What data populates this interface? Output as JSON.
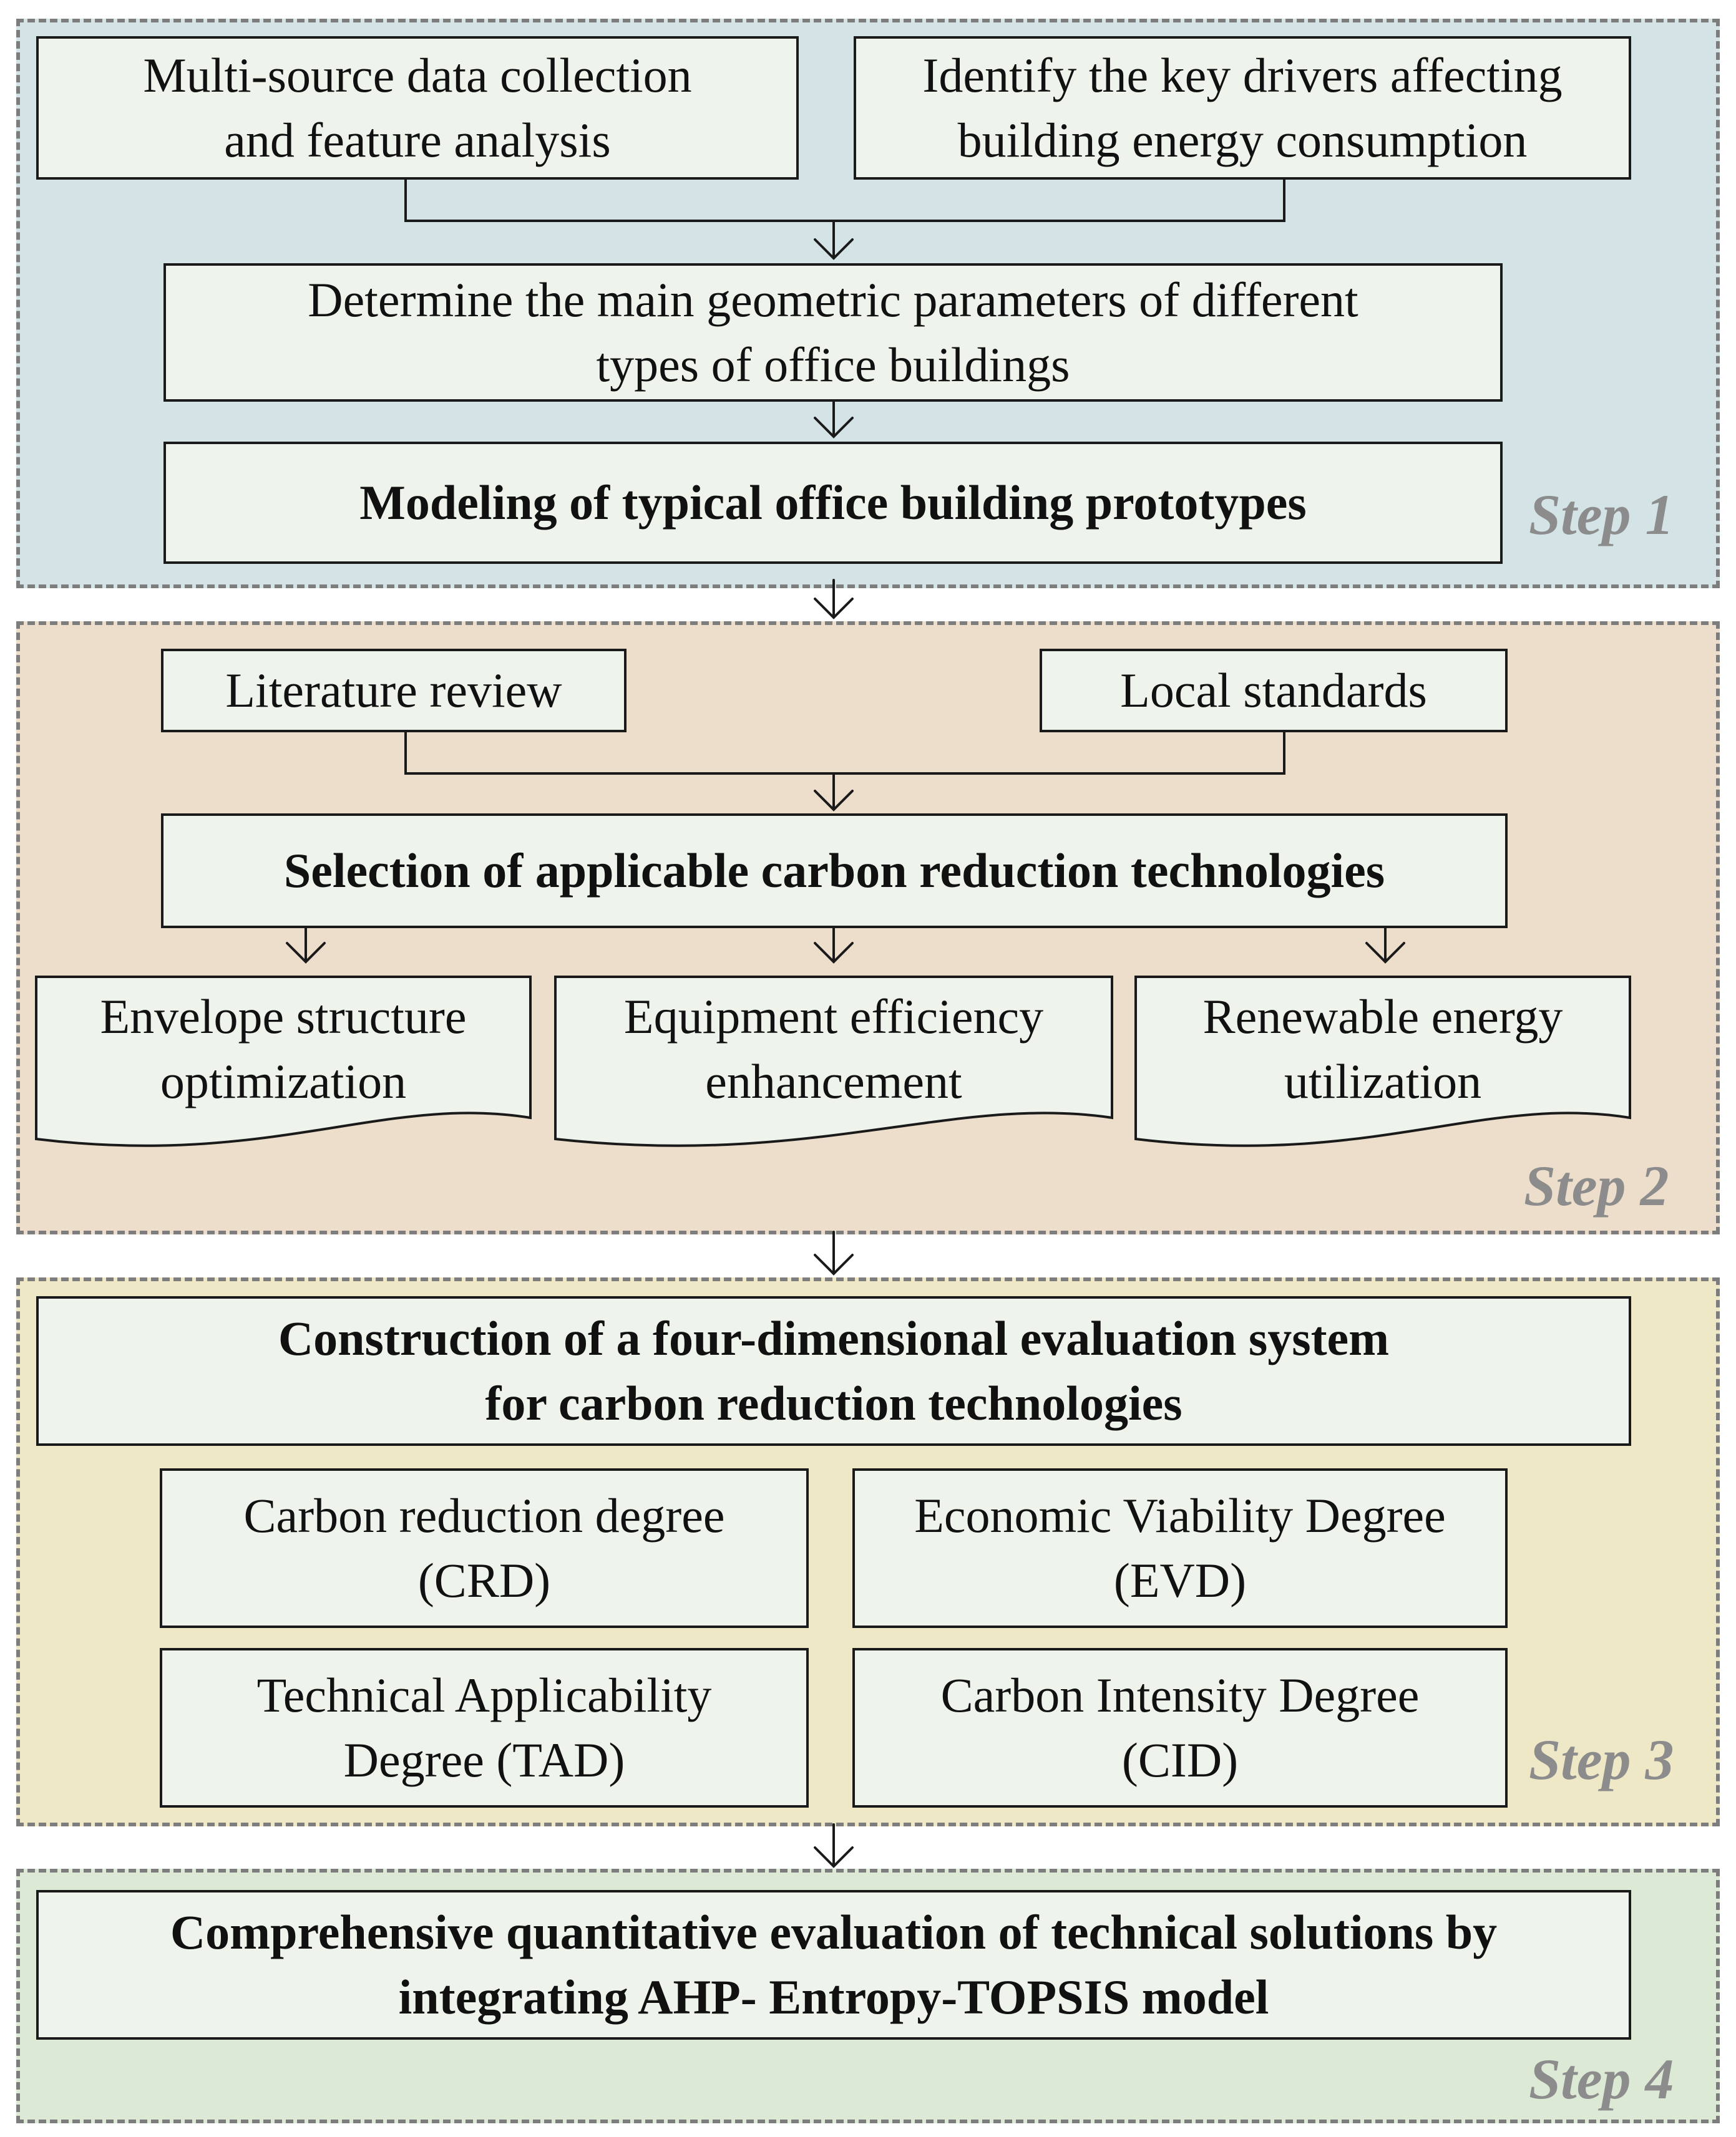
{
  "colors": {
    "step1_bg": "#d4e3e6",
    "step2_bg": "#ecdecb",
    "step3_bg": "#eee8c7",
    "step4_bg": "#dcead5",
    "box_fill": "#eef3ec",
    "border": "#1a1a1a",
    "panel_border": "#7d7d7d",
    "step_label": "#8c8c8c"
  },
  "step1": {
    "label": "Step 1",
    "data_collection": "Multi-source data collection\nand feature analysis",
    "key_drivers": "Identify the key drivers affecting\nbuilding energy consumption",
    "geometric_params": "Determine the main geometric parameters of different\ntypes of office buildings",
    "prototypes": "Modeling of typical office building prototypes"
  },
  "step2": {
    "label": "Step 2",
    "literature": "Literature review",
    "standards": "Local standards",
    "selection": "Selection of applicable carbon reduction technologies",
    "envelope": "Envelope structure\noptimization",
    "equipment": "Equipment efficiency\nenhancement",
    "renewable": "Renewable energy\nutilization"
  },
  "step3": {
    "label": "Step 3",
    "system": "Construction of a four-dimensional evaluation system\nfor carbon reduction technologies",
    "crd": "Carbon reduction degree\n(CRD)",
    "evd": "Economic Viability Degree\n(EVD)",
    "tad": "Technical Applicability\nDegree (TAD)",
    "cid": "Carbon Intensity Degree\n(CID)"
  },
  "step4": {
    "label": "Step 4",
    "evaluation": "Comprehensive quantitative evaluation of technical solutions by\nintegrating  AHP- Entropy-TOPSIS model"
  }
}
